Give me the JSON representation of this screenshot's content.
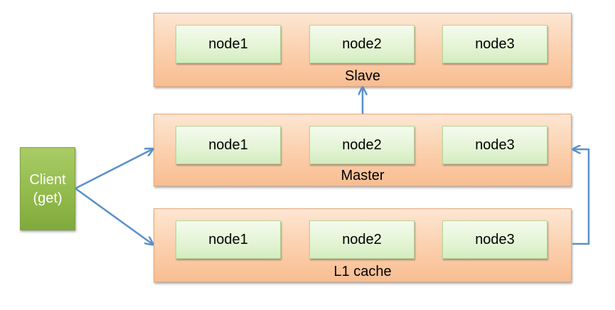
{
  "client": {
    "line1": "Client",
    "line2": "(get)"
  },
  "tiers": {
    "slave": {
      "label": "Slave",
      "nodes": [
        "node1",
        "node2",
        "node3"
      ]
    },
    "master": {
      "label": "Master",
      "nodes": [
        "node1",
        "node2",
        "node3"
      ]
    },
    "l1_cache": {
      "label": "L1 cache",
      "nodes": [
        "node1",
        "node2",
        "node3"
      ]
    }
  },
  "colors": {
    "tier_fill": "#fbcfab",
    "node_fill": "#e3f4d4",
    "client_fill": "#93bb4c",
    "arrow": "#5b8fc9"
  }
}
